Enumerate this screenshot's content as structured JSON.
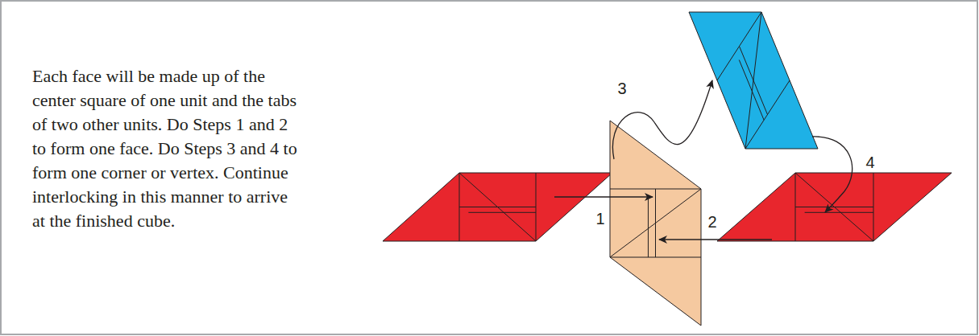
{
  "diagram": {
    "labels": [
      "Each face will be made up of the center square of one unit and the tabs of two other units. Do Steps 1 and 2 to form one face. Do Steps 3 and 4 to form one corner or vertex. Continue interlocking in this manner to arrive at the finished cube.",
      "1",
      "2",
      "3",
      "4"
    ]
  }
}
